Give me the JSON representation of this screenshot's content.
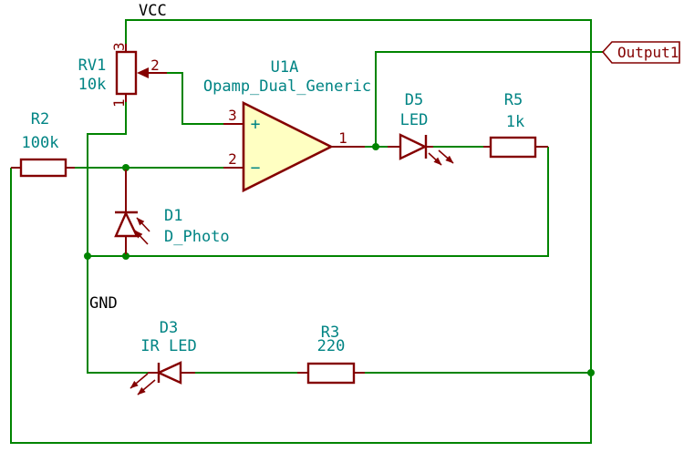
{
  "diagram_type": "circuit-schematic",
  "colors": {
    "background": "#ffffff",
    "wire": "#008400",
    "junction": "#008400",
    "component": "#840000",
    "field": "#008484",
    "label": "#000000",
    "opamp_fill": "#FFFFC2"
  },
  "net_labels": {
    "vcc": "VCC",
    "gnd": "GND"
  },
  "hierarchical_label": {
    "text": "Output1"
  },
  "components": {
    "rv1": {
      "ref": "RV1",
      "value": "10k",
      "pin1": "1",
      "pin2": "2",
      "pin3": "3"
    },
    "u1a": {
      "ref": "U1A",
      "value": "Opamp_Dual_Generic",
      "pin_out": "1",
      "pin_inv": "2",
      "pin_noninv": "3",
      "plus_sign": "+",
      "minus_sign": "−"
    },
    "r2": {
      "ref": "R2",
      "value": "100k"
    },
    "r3": {
      "ref": "R3",
      "value": "220"
    },
    "r5": {
      "ref": "R5",
      "value": "1k"
    },
    "d1": {
      "ref": "D1",
      "value": "D_Photo"
    },
    "d3": {
      "ref": "D3",
      "value": "IR LED"
    },
    "d5": {
      "ref": "D5",
      "value": "LED"
    }
  }
}
